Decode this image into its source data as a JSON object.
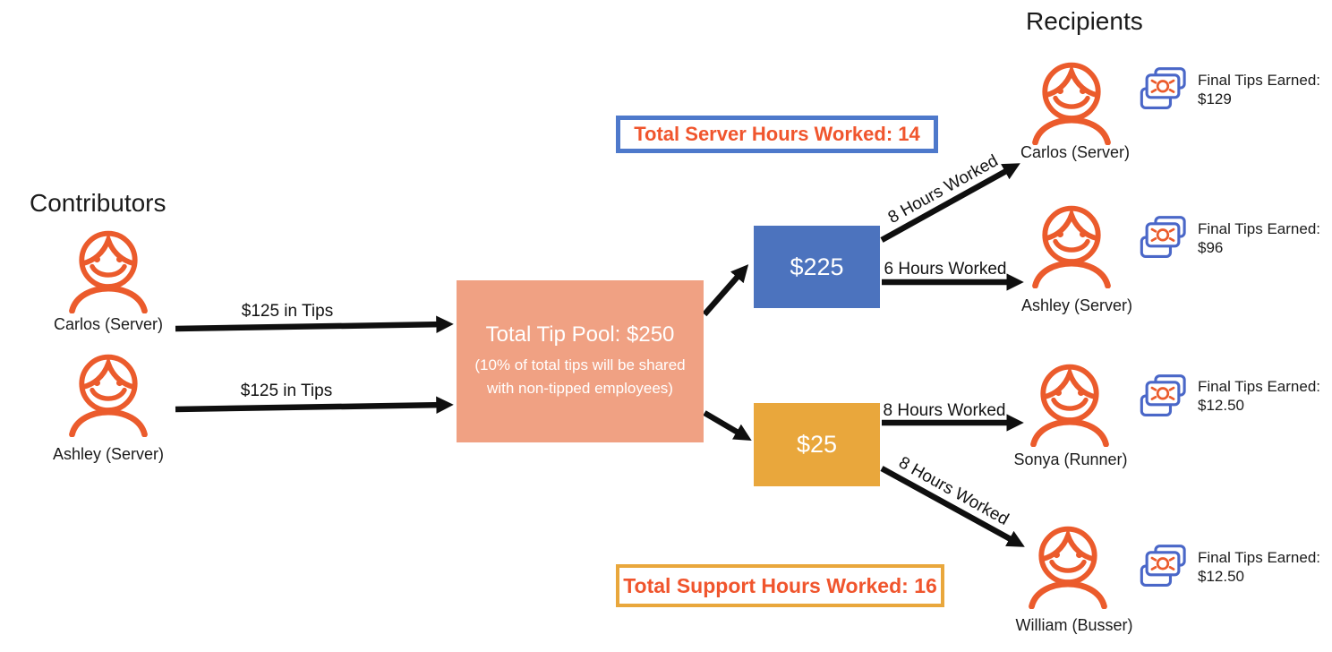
{
  "colors": {
    "orange": "#EB5B2C",
    "accent_text": "#F0552D",
    "salmon": "#F0A183",
    "blue": "#4C73BE",
    "blue_border": "#4E79CB",
    "money_blue": "#4A67C8",
    "yellow": "#E9A73C",
    "ink": "#0F0F0F"
  },
  "contributors": {
    "heading": "Contributors",
    "people": [
      {
        "name": "Carlos (Server)",
        "tip_label": "$125 in Tips"
      },
      {
        "name": "Ashley (Server)",
        "tip_label": "$125 in Tips"
      }
    ]
  },
  "pool": {
    "title": "Total Tip Pool: $250",
    "subtitle": "(10% of total tips will be shared with non-tipped employees)"
  },
  "server_split": {
    "amount": "$225",
    "note": "Total Server Hours Worked: 14"
  },
  "support_split": {
    "amount": "$25",
    "note": "Total Support Hours Worked: 16"
  },
  "recipients": {
    "heading": "Recipients",
    "people": [
      {
        "name": "Carlos (Server)",
        "hours": "8 Hours Worked",
        "earned": "Final Tips Earned:",
        "amount": "$129"
      },
      {
        "name": "Ashley (Server)",
        "hours": "6 Hours Worked",
        "earned": "Final Tips Earned:",
        "amount": "$96"
      },
      {
        "name": "Sonya (Runner)",
        "hours": "8 Hours Worked",
        "earned": "Final Tips Earned:",
        "amount": "$12.50"
      },
      {
        "name": "William (Busser)",
        "hours": "8 Hours Worked",
        "earned": "Final Tips Earned:",
        "amount": "$12.50"
      }
    ]
  }
}
